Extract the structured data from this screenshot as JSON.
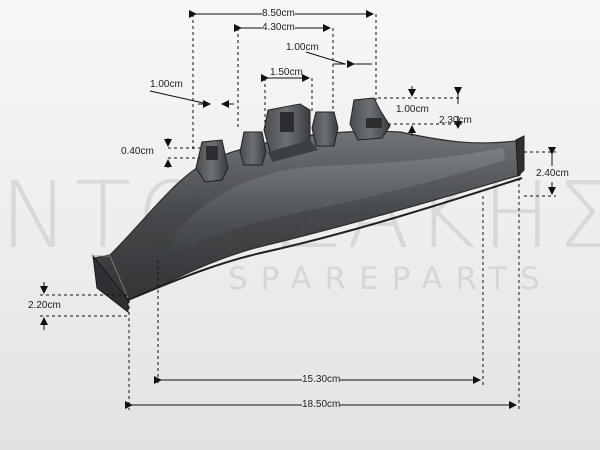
{
  "watermark": {
    "brand": "ΝΤΟΥΖΑΚΗΣ",
    "tagline": "SPAREPARTS"
  },
  "dimensions": {
    "top_span": "8.50cm",
    "inner_span": "4.30cm",
    "tab_width_right": "1.00cm",
    "center_width": "1.50cm",
    "tab_width_left": "1.00cm",
    "tab_offset_right": "1.00cm",
    "clip_height": "2.30cm",
    "left_tab_height": "0.40cm",
    "right_end_height": "2.40cm",
    "left_end_height": "2.20cm",
    "inner_length": "15.30cm",
    "total_length": "18.50cm"
  },
  "colors": {
    "part_dark": "#3a3d40",
    "part_mid": "#5a5e62",
    "dim_line": "#111111"
  }
}
